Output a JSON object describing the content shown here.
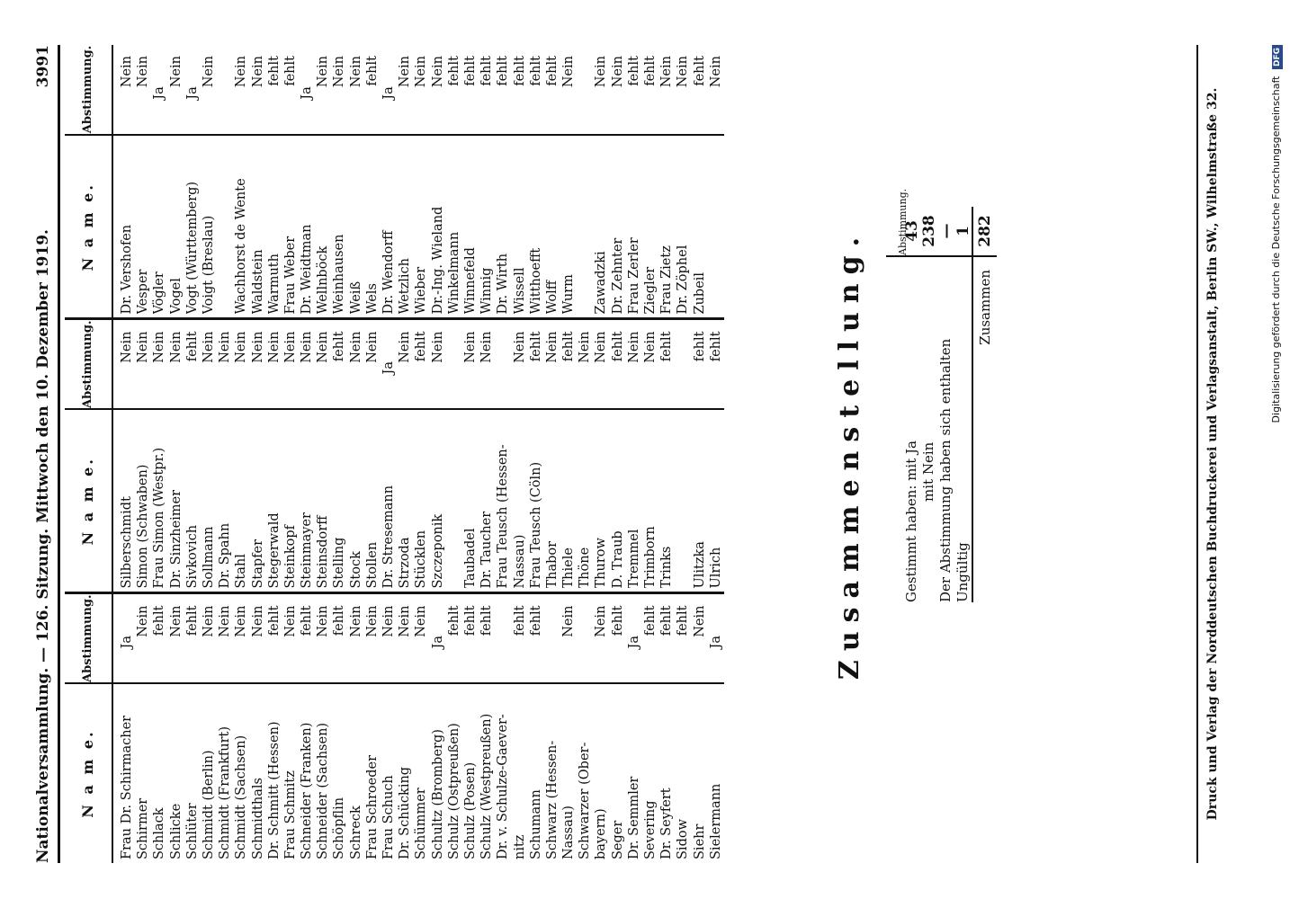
{
  "header": {
    "left": "Nationalversammlung. — 126. Sitzung. Mittwoch den 10. Dezember 1919.",
    "right": "3991"
  },
  "columns": {
    "name_label": "N a m e.",
    "vote_label": "Abstimmung."
  },
  "col1": [
    {
      "n": "Frau Dr. Schirmacher",
      "v": "Ja"
    },
    {
      "n": "Schirmer",
      "v": "Nein"
    },
    {
      "n": "Schlack",
      "v": "fehlt"
    },
    {
      "n": "Schlicke",
      "v": "Nein"
    },
    {
      "n": "Schlüter",
      "v": "fehlt"
    },
    {
      "n": "Schmidt (Berlin)",
      "v": "Nein"
    },
    {
      "n": "Schmidt (Frankfurt)",
      "v": "Nein"
    },
    {
      "n": "Schmidt (Sachsen)",
      "v": "Nein"
    },
    {
      "n": "Schmidthals",
      "v": "Nein"
    },
    {
      "n": "Dr. Schmitt (Hessen)",
      "v": "fehlt"
    },
    {
      "n": "Frau Schmitz",
      "v": "Nein"
    },
    {
      "n": "Schneider (Franken)",
      "v": "fehlt"
    },
    {
      "n": "Schneider (Sachsen)",
      "v": "Nein"
    },
    {
      "n": "Schöpflin",
      "v": "fehlt"
    },
    {
      "n": "Schreck",
      "v": "Nein"
    },
    {
      "n": "Frau Schroeder",
      "v": "Nein"
    },
    {
      "n": "Frau Schuch",
      "v": "Nein"
    },
    {
      "n": "Dr. Schücking",
      "v": "Nein"
    },
    {
      "n": "Schümmer",
      "v": "Nein"
    },
    {
      "n": "Schultz (Bromberg)",
      "v": "Ja"
    },
    {
      "n": "Schulz (Ostpreußen)",
      "v": "fehlt"
    },
    {
      "n": "Schulz (Posen)",
      "v": "fehlt"
    },
    {
      "n": "Schulz (Westpreußen)",
      "v": "fehlt"
    },
    {
      "n": "Dr. v. Schulze-Gaever-",
      "v": ""
    },
    {
      "n": "nitz",
      "v": "fehlt"
    },
    {
      "n": "Schumann",
      "v": "fehlt"
    },
    {
      "n": "Schwarz (Hessen-",
      "v": ""
    },
    {
      "n": "Nassau)",
      "v": "Nein"
    },
    {
      "n": "Schwarzer (Ober-",
      "v": ""
    },
    {
      "n": "bayern)",
      "v": "Nein"
    },
    {
      "n": "Seger",
      "v": "fehlt"
    },
    {
      "n": "Dr. Semmler",
      "v": "Ja"
    },
    {
      "n": "Severing",
      "v": "fehlt"
    },
    {
      "n": "Dr. Seyfert",
      "v": "fehlt"
    },
    {
      "n": "Sidow",
      "v": "fehlt"
    },
    {
      "n": "Siehr",
      "v": "Nein"
    },
    {
      "n": "Sielermann",
      "v": "Ja"
    }
  ],
  "col2": [
    {
      "n": "Silberschmidt",
      "v": "Nein"
    },
    {
      "n": "Simon (Schwaben)",
      "v": "Nein"
    },
    {
      "n": "Frau Simon (Westpr.)",
      "v": "Nein"
    },
    {
      "n": "Dr. Sinzheimer",
      "v": "Nein"
    },
    {
      "n": "Sivkovich",
      "v": "fehlt"
    },
    {
      "n": "Sollmann",
      "v": "Nein"
    },
    {
      "n": "Dr. Spahn",
      "v": "Nein"
    },
    {
      "n": "Stahl",
      "v": "Nein"
    },
    {
      "n": "Stapfer",
      "v": "Nein"
    },
    {
      "n": "Stegerwald",
      "v": "Nein"
    },
    {
      "n": "Steinkopf",
      "v": "Nein"
    },
    {
      "n": "Steinmayer",
      "v": "Nein"
    },
    {
      "n": "Steinsdorff",
      "v": "Nein"
    },
    {
      "n": "Stelling",
      "v": "fehlt"
    },
    {
      "n": "Stock",
      "v": "Nein"
    },
    {
      "n": "Stollen",
      "v": "Nein"
    },
    {
      "n": "Dr. Stresemann",
      "v": "Ja"
    },
    {
      "n": "Strzoda",
      "v": "Nein"
    },
    {
      "n": "Stücklen",
      "v": "fehlt"
    },
    {
      "n": "Szczeponik",
      "v": "Nein"
    },
    {
      "n": "",
      "v": ""
    },
    {
      "n": "Taubadel",
      "v": "Nein"
    },
    {
      "n": "Dr. Taucher",
      "v": "Nein"
    },
    {
      "n": "Frau Teusch (Hessen-",
      "v": ""
    },
    {
      "n": "Nassau)",
      "v": "Nein"
    },
    {
      "n": "Frau Teusch (Cöln)",
      "v": "fehlt"
    },
    {
      "n": "Thabor",
      "v": "Nein"
    },
    {
      "n": "Thiele",
      "v": "fehlt"
    },
    {
      "n": "Thöne",
      "v": "Nein"
    },
    {
      "n": "Thurow",
      "v": "Nein"
    },
    {
      "n": "D. Traub",
      "v": "fehlt"
    },
    {
      "n": "Tremmel",
      "v": "Nein"
    },
    {
      "n": "Trimborn",
      "v": "Nein"
    },
    {
      "n": "Trinks",
      "v": "fehlt"
    },
    {
      "n": "",
      "v": ""
    },
    {
      "n": "Ulitzka",
      "v": "fehlt"
    },
    {
      "n": "Ulrich",
      "v": "fehlt"
    }
  ],
  "col3": [
    {
      "n": "Dr. Vershofen",
      "v": "Nein"
    },
    {
      "n": "Vesper",
      "v": "Nein"
    },
    {
      "n": "Vögler",
      "v": "Ja"
    },
    {
      "n": "Vogel",
      "v": "Nein"
    },
    {
      "n": "Vogt (Württemberg)",
      "v": "Ja"
    },
    {
      "n": "Voigt (Breslau)",
      "v": "Nein"
    },
    {
      "n": "",
      "v": ""
    },
    {
      "n": "Wachhorst de Wente",
      "v": "Nein"
    },
    {
      "n": "Waldstein",
      "v": "Nein"
    },
    {
      "n": "Warmuth",
      "v": "fehlt"
    },
    {
      "n": "Frau Weber",
      "v": "fehlt"
    },
    {
      "n": "Dr. Weidtman",
      "v": "Ja"
    },
    {
      "n": "Wellnböck",
      "v": "Nein"
    },
    {
      "n": "Weinhausen",
      "v": "Nein"
    },
    {
      "n": "Weiß",
      "v": "Nein"
    },
    {
      "n": "Wels",
      "v": "fehlt"
    },
    {
      "n": "Dr. Wendorff",
      "v": "Ja"
    },
    {
      "n": "Wetzlich",
      "v": "Nein"
    },
    {
      "n": "Wieber",
      "v": "Nein"
    },
    {
      "n": "Dr.-Ing. Wieland",
      "v": "Nein"
    },
    {
      "n": "Winkelmann",
      "v": "fehlt"
    },
    {
      "n": "Winnefeld",
      "v": "fehlt"
    },
    {
      "n": "Winnig",
      "v": "fehlt"
    },
    {
      "n": "Dr. Wirth",
      "v": "fehlt"
    },
    {
      "n": "Wissell",
      "v": "fehlt"
    },
    {
      "n": "Witthoefft",
      "v": "fehlt"
    },
    {
      "n": "Wolff",
      "v": "fehlt"
    },
    {
      "n": "Wurm",
      "v": "Nein"
    },
    {
      "n": "",
      "v": ""
    },
    {
      "n": "Zawadzki",
      "v": "Nein"
    },
    {
      "n": "Dr. Zehnter",
      "v": "Nein"
    },
    {
      "n": "Frau Zerler",
      "v": "fehlt"
    },
    {
      "n": "Ziegler",
      "v": "fehlt"
    },
    {
      "n": "Frau Zietz",
      "v": "Nein"
    },
    {
      "n": "Dr. Zöphel",
      "v": "Nein"
    },
    {
      "n": "Zubeil",
      "v": "fehlt"
    },
    {
      "n": "",
      "v": "Nein"
    }
  ],
  "summary": {
    "title": "Zusammenstellung.",
    "vote_header": "Abstimmung.",
    "rows": [
      {
        "label": "Gestimmt haben: mit Ja",
        "value": "43"
      },
      {
        "label": "mit Nein",
        "value": "238"
      },
      {
        "label": "Der Abstimmung haben sich enthalten",
        "value": "—"
      },
      {
        "label": "Ungültig",
        "value": "1"
      }
    ],
    "total_label": "Zusammen",
    "total_value": "282"
  },
  "footer": "Druck und Verlag der Norddeutschen Buchdruckerei und Verlagsanstalt, Berlin SW., Wilhelmstraße 32.",
  "digitization": "Digitalisierung gefördert durch die Deutsche Forschungsgemeinschaft",
  "dfg": "DFG"
}
